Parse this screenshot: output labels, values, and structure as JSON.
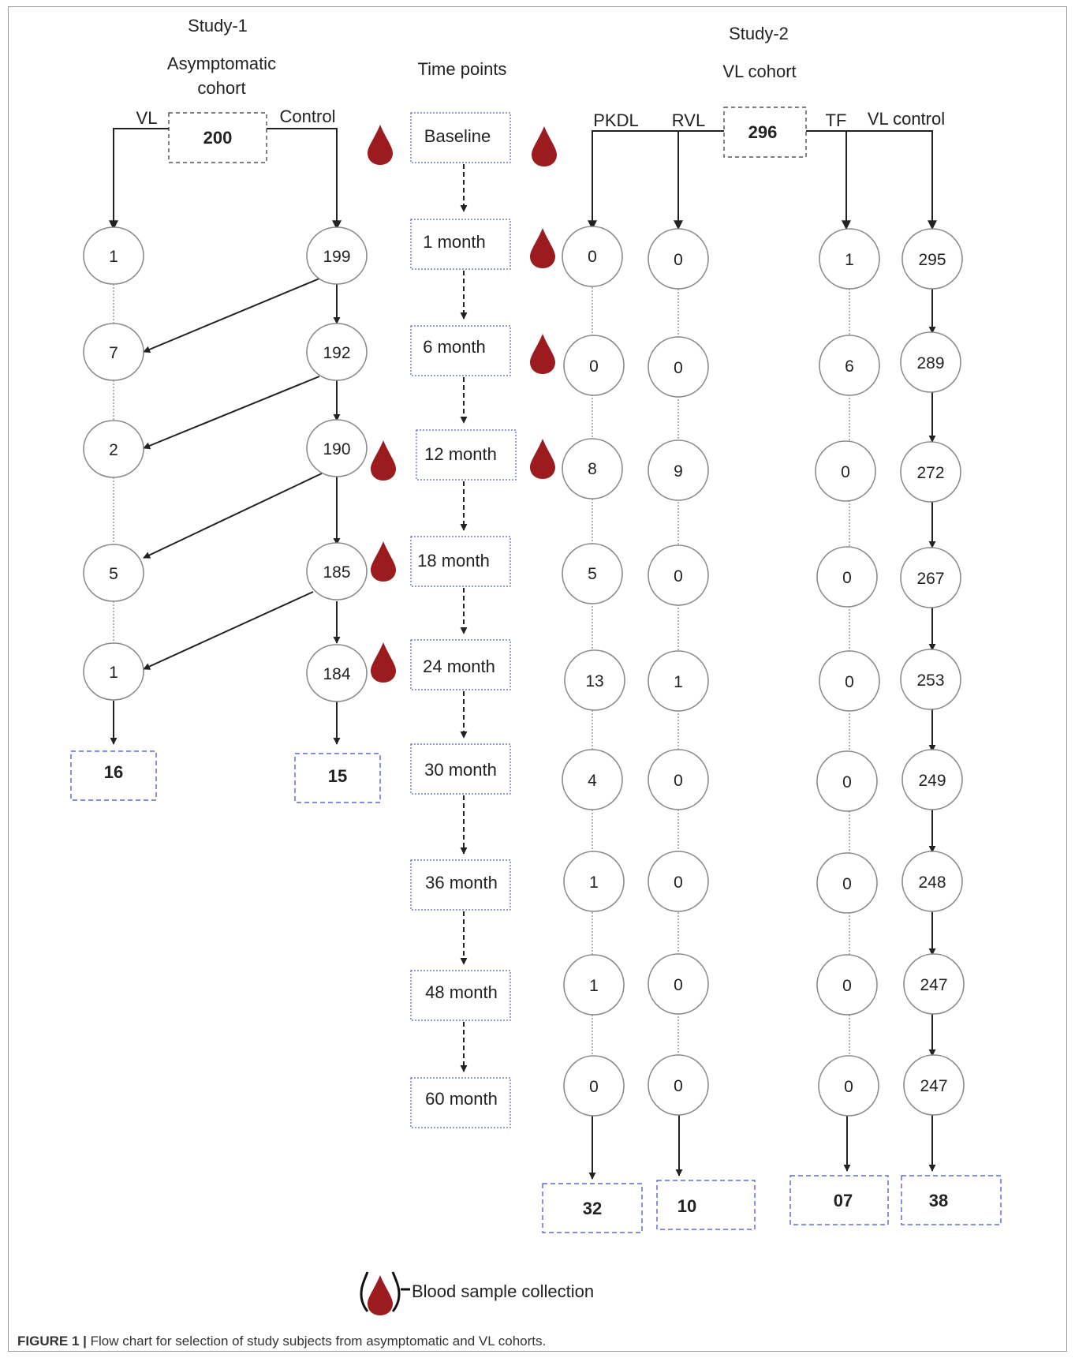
{
  "study1": {
    "title": "Study-1",
    "cohort_line1": "Asymptomatic",
    "cohort_line2": "cohort",
    "total": "200",
    "left_label": "VL",
    "right_label": "Control",
    "vl_nodes": [
      "1",
      "7",
      "2",
      "5",
      "1"
    ],
    "control_nodes": [
      "199",
      "192",
      "190",
      "185",
      "184"
    ],
    "vl_final": "16",
    "control_final": "15"
  },
  "timepoints": {
    "title": "Time points",
    "labels": [
      "Baseline",
      "1 month",
      "6 month",
      "12 month",
      "18 month",
      "24 month",
      "30 month",
      "36 month",
      "48 month",
      "60 month"
    ]
  },
  "study2": {
    "title": "Study-2",
    "cohort": "VL cohort",
    "total": "296",
    "group_labels": [
      "PKDL",
      "RVL",
      "TF",
      "VL control"
    ],
    "pkdl_nodes": [
      "0",
      "0",
      "8",
      "5",
      "13",
      "4",
      "1",
      "1",
      "0"
    ],
    "rvl_nodes": [
      "0",
      "0",
      "9",
      "0",
      "1",
      "0",
      "0",
      "0",
      "0"
    ],
    "tf_nodes": [
      "1",
      "6",
      "0",
      "0",
      "0",
      "0",
      "0",
      "0",
      "0"
    ],
    "vlcontrol_nodes": [
      "295",
      "289",
      "272",
      "267",
      "253",
      "249",
      "248",
      "247",
      "247"
    ],
    "finals": [
      "32",
      "10",
      "07",
      "38"
    ]
  },
  "legend": {
    "label": "Blood sample collection"
  },
  "caption": {
    "prefix": "FIGURE 1 |",
    "text": " Flow chart for selection of study subjects from asymptomatic and VL cohorts."
  },
  "colors": {
    "blood_drop": "#9b1b1e",
    "node_border": "#8a8a8a",
    "dashed_box_blue": "#3b4ad0",
    "dashed_box_black": "#333333",
    "arrow": "#222222"
  }
}
